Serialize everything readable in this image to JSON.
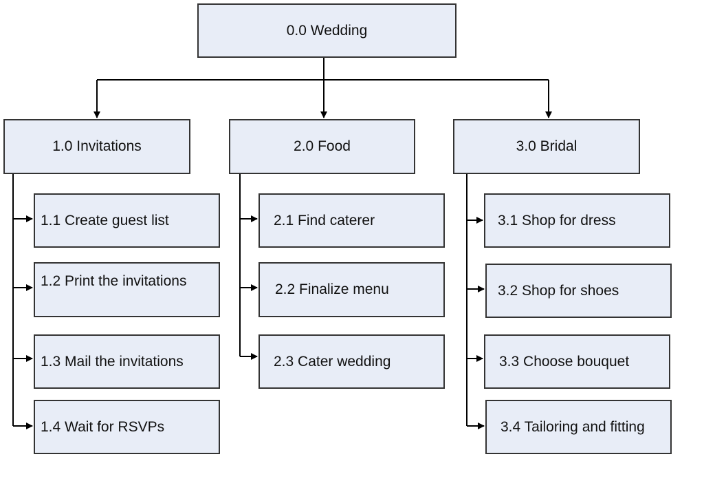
{
  "root": {
    "label": "0.0 Wedding"
  },
  "branches": [
    {
      "label": "1.0 Invitations",
      "children": [
        "1.1 Create guest list",
        "1.2 Print the invitations",
        "1.3 Mail the invitations",
        "1.4 Wait for RSVPs"
      ]
    },
    {
      "label": "2.0 Food",
      "children": [
        "2.1 Find caterer",
        "2.2 Finalize menu",
        "2.3 Cater wedding"
      ]
    },
    {
      "label": "3.0 Bridal",
      "children": [
        "3.1 Shop for dress",
        "3.2 Shop for shoes",
        "3.3 Choose bouquet",
        "3.4 Tailoring and fitting"
      ]
    }
  ],
  "colors": {
    "box_fill": "#e8edf7",
    "border": "#333333",
    "connector": "#000000"
  }
}
